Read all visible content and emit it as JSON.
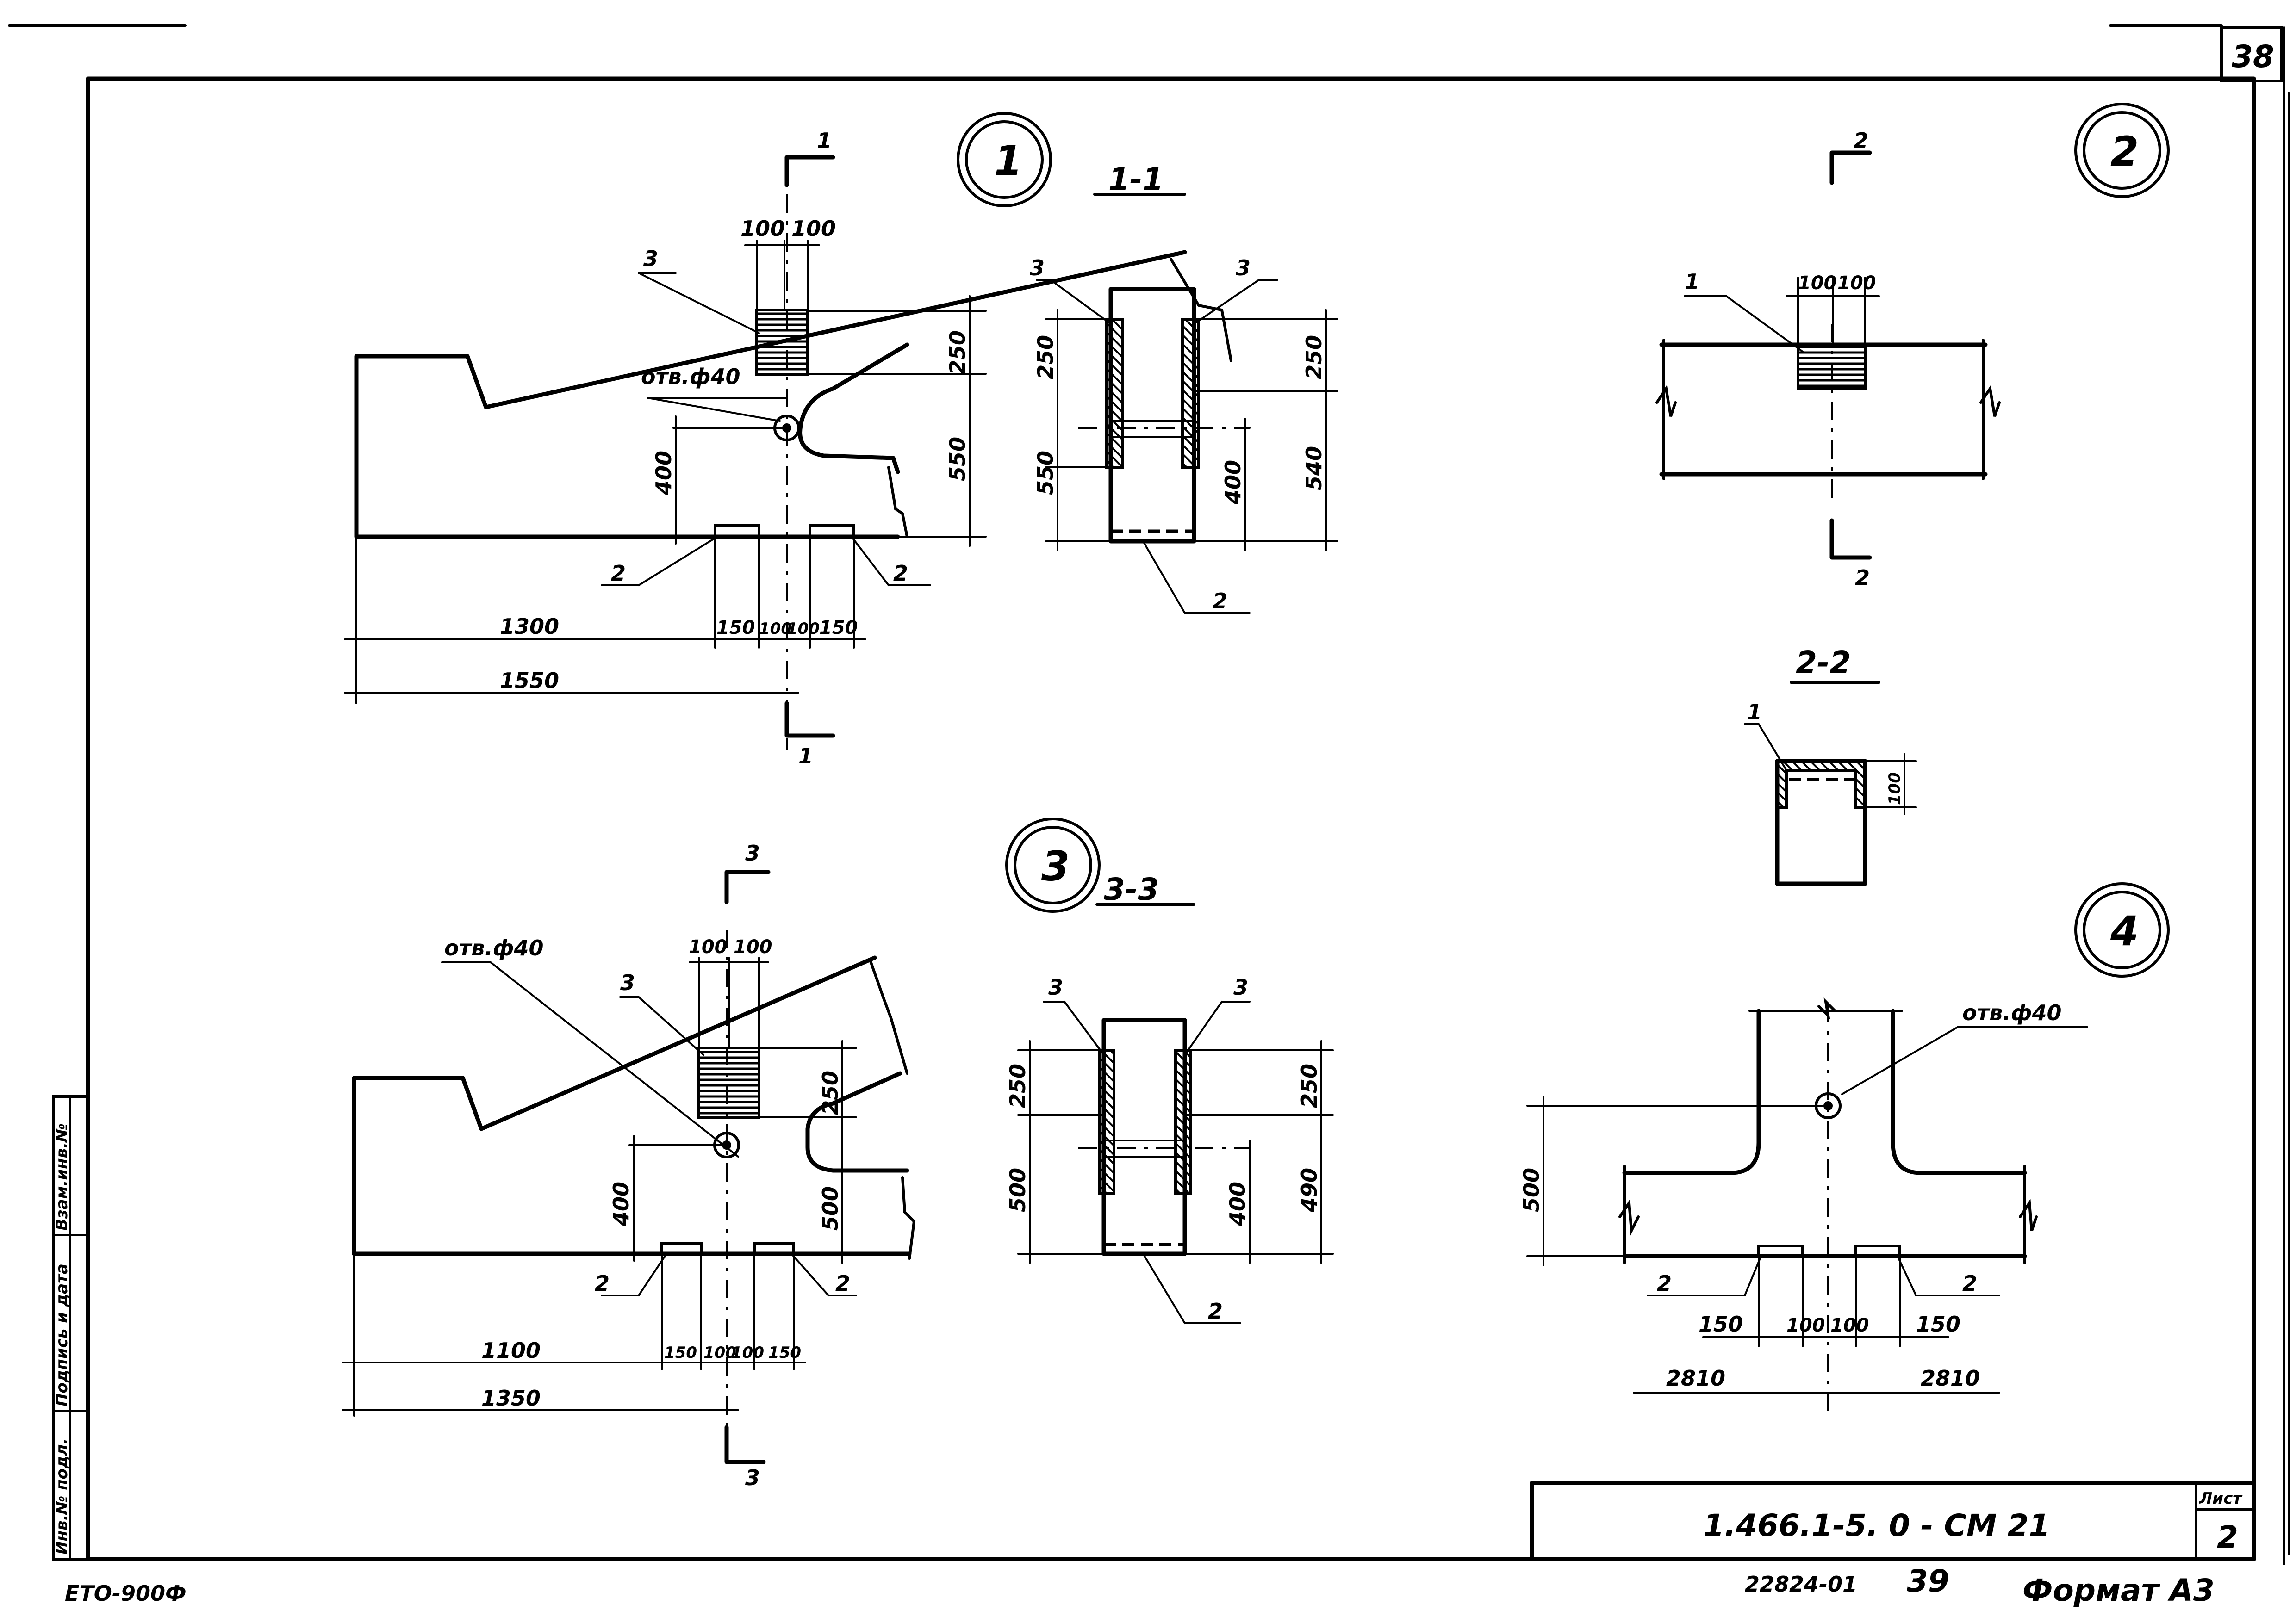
{
  "sheet": {
    "corner_number": "38",
    "designation": "1.466.1-5. 0 - CM 21",
    "sheet_label": "Лист",
    "sheet_number": "2",
    "bottom_code": "22824-01",
    "bottom_page": "39",
    "format_label": "Формат А3",
    "bottom_left_stamp": "ЕТО-900Ф",
    "side_stamp": [
      "Инв.№ подл.",
      "Подпись и дата",
      "Взам.инв.№"
    ]
  },
  "node1": {
    "circle_label": "1",
    "section_mark": "1",
    "dims": {
      "top_a": "100",
      "top_b": "100",
      "right_top": "250",
      "right_bottom": "550",
      "left": "400",
      "bot_a": "150",
      "bot_b": "100",
      "bot_c": "100",
      "bot_d": "150",
      "dim_1300": "1300",
      "dim_1550": "1550"
    },
    "hole_label": "отв.ф40",
    "callouts": {
      "plate": "3",
      "left_pad": "2",
      "right_pad": "2"
    }
  },
  "section11": {
    "title": "1-1",
    "dims": {
      "l_top": "250",
      "l_bottom": "550",
      "r_top": "250",
      "r_mid": "400",
      "r_bottom": "540"
    },
    "callouts": {
      "left": "3",
      "right": "3",
      "bottom": "2"
    }
  },
  "node2": {
    "circle_label": "2",
    "section_mark": "2",
    "dims": {
      "a": "100",
      "b": "100"
    },
    "callout": "1"
  },
  "section22": {
    "title": "2-2",
    "dim": "100",
    "callout": "1"
  },
  "node3": {
    "circle_label": "3",
    "section_mark": "3",
    "hole_label": "отв.ф40",
    "dims": {
      "top_a": "100",
      "top_b": "100",
      "right_top": "250",
      "right_bottom": "500",
      "left": "400",
      "bot_a": "150",
      "bot_b": "100",
      "bot_c": "100",
      "bot_d": "150",
      "dim_1100": "1100",
      "dim_1350": "1350"
    },
    "callouts": {
      "plate": "3",
      "left_pad": "2",
      "right_pad": "2"
    }
  },
  "section33": {
    "title": "3-3",
    "dims": {
      "l_top": "250",
      "l_bottom": "500",
      "r_top": "250",
      "r_mid": "400",
      "r_bottom": "490"
    },
    "callouts": {
      "left": "3",
      "right": "3",
      "bottom": "2"
    }
  },
  "node4": {
    "circle_label": "4",
    "hole_label": "отв.ф40",
    "dims": {
      "left": "500",
      "a": "150",
      "b": "100",
      "c": "100",
      "d": "150",
      "left_long": "2810",
      "right_long": "2810"
    },
    "callouts": {
      "left": "2",
      "right": "2"
    }
  }
}
